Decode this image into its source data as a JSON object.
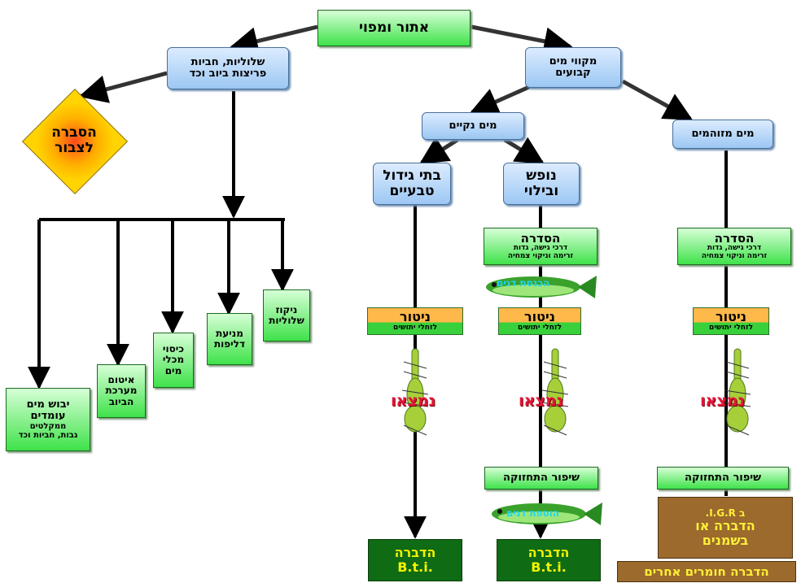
{
  "top": "אתור ומפוי",
  "left_branch": "שלוליות, חביות\nפריצות ביוב וכד",
  "public": "הסברה\nלצבור",
  "actions": [
    "ניקוז\nשלוליות",
    "מניעת\nדליפות",
    "כיסוי\nמכלי\nמים",
    "איטום\nמערכת\nהביוב"
  ],
  "drain": {
    "title": "יבוש מים\nעומדים",
    "sub1": "ממקלטים",
    "sub2": "גבות, חביות וכד"
  },
  "permanent": "מקווי מים\nקבועים",
  "clean": "מים נקיים",
  "polluted": "מים מזוהמים",
  "natural": "בתי גידול\nטבעיים",
  "leisure": "נופש\nובילוי",
  "arrangement": {
    "title": "הסדרה",
    "sub": "דרכי גישה, גדות\nזרימה וניקוי צמחיה"
  },
  "fish_intro": "הכנסת דגים",
  "fish_add": "הוספת דגים",
  "monitor": {
    "title": "ניטור",
    "sub": "לזחלי יתושים"
  },
  "found": "נמצאו",
  "maintenance": "שיפור התחזוקה",
  "bti": {
    "title": "הדברה",
    "sub": "B.t.i."
  },
  "igr": {
    "head": "ב I.G.R.",
    "line1": "הדברה או",
    "line2": "בשמנים"
  },
  "other": "הדברה חומרים אחרים",
  "colors": {
    "blue": "#9cc7f3",
    "green": "#3fe24a",
    "dark_green": "#0f6b14",
    "brown": "#9b6a2c",
    "found_red": "#e3163c"
  }
}
